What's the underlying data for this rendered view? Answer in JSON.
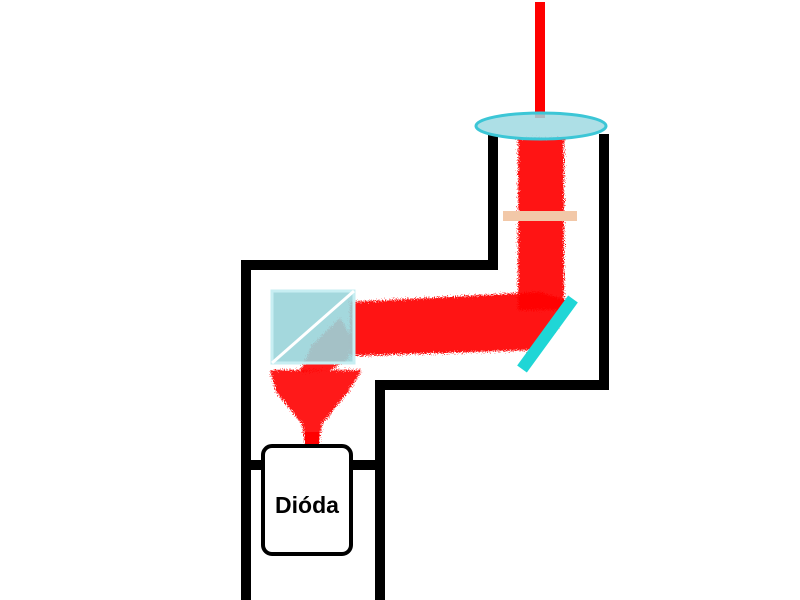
{
  "diagram": {
    "diode": {
      "label": "Dióda"
    },
    "colors": {
      "background": "#ffffff",
      "housing": "#000000",
      "laser_beam": "#ff0000",
      "lens_fill": "#9fd9e2",
      "lens_stroke": "#3cc6d6",
      "prism_fill": "#9ad4d9",
      "prism_edge": "#d8f3f6",
      "mirror": "#1fd6d6",
      "filter_plate": "#f2c8a8",
      "diode_fill": "#ffffff",
      "diode_stroke": "#000000"
    },
    "components": [
      {
        "name": "exit-beam",
        "icon": "laser-line"
      },
      {
        "name": "focusing-lens",
        "icon": "ellipse-lens"
      },
      {
        "name": "filter-plate",
        "icon": "thin-plate"
      },
      {
        "name": "turning-mirror",
        "icon": "mirror-bar"
      },
      {
        "name": "beam-splitter-prism",
        "icon": "cube-prism"
      },
      {
        "name": "laser-diode",
        "icon": "rounded-box"
      }
    ]
  }
}
